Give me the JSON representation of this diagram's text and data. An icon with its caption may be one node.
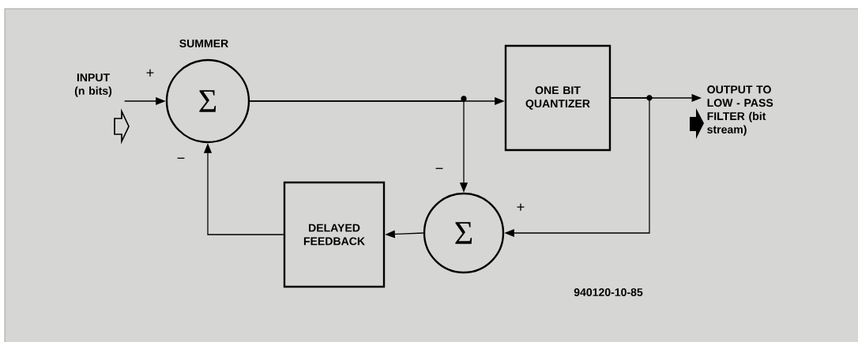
{
  "diagram": {
    "nodes": [
      {
        "text": [
          "INPUT (n bits)"
        ]
      },
      {
        "text": [
          "Σ"
        ],
        "beside": [
          "SUMMER"
        ]
      },
      {
        "text": [
          "ONE BIT QUANTIZER"
        ]
      },
      {
        "text": [
          "OUTPUT TO LOW - PASS FILTER (bit stream)"
        ]
      },
      {
        "text": [
          "Σ"
        ]
      },
      {
        "text": [
          "DELAYED FEEDBACK"
        ]
      }
    ],
    "edges": [
      {
        "from": 0,
        "to": 1,
        "arrow": "to"
      },
      {
        "from": 1,
        "to": 2,
        "arrow": "to"
      },
      {
        "from": 1,
        "to": 4,
        "arrow": "to"
      },
      {
        "from": 2,
        "to": 3,
        "arrow": "to"
      },
      {
        "from": 2,
        "to": 4,
        "arrow": "to"
      },
      {
        "from": 4,
        "to": 5,
        "arrow": "to"
      },
      {
        "from": 5,
        "to": 1,
        "arrow": "to"
      }
    ],
    "labels": [
      "+",
      "−",
      "−",
      "+",
      "940120-10-85"
    ]
  }
}
